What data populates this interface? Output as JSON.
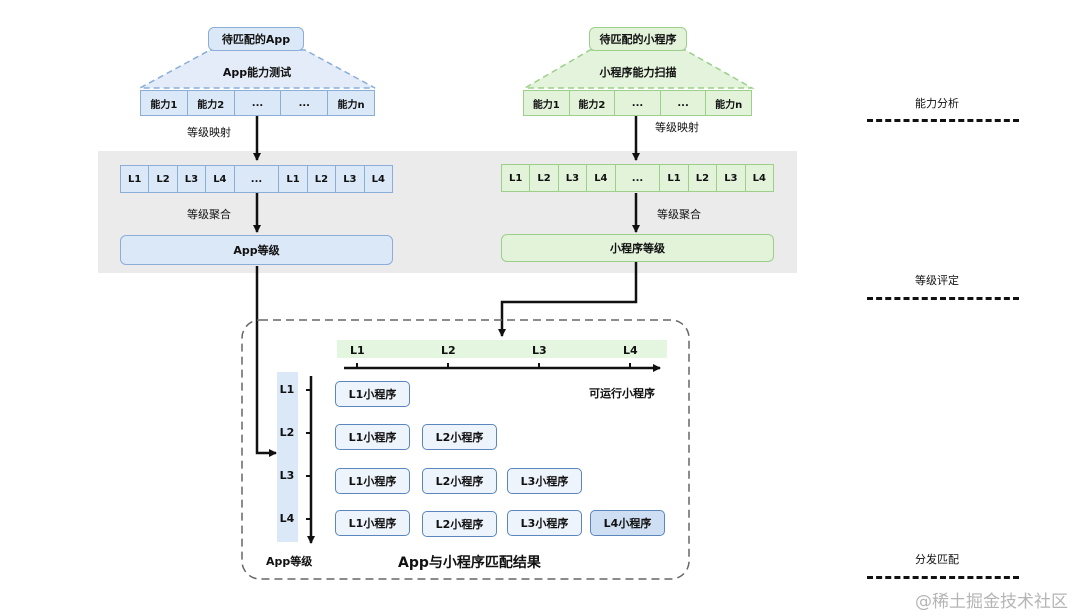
{
  "app": {
    "title": "待匹配的App",
    "test_label": "App能力测试",
    "abilities": [
      "能力1",
      "能力2",
      "...",
      "...",
      "能力n"
    ],
    "mapping_label": "等级映射",
    "levels": [
      "L1",
      "L2",
      "L3",
      "L4",
      "...",
      "L1",
      "L2",
      "L3",
      "L4"
    ],
    "aggregate_label": "等级聚合",
    "grade_label": "App等级"
  },
  "mini": {
    "title": "待匹配的小程序",
    "scan_label": "小程序能力扫描",
    "abilities": [
      "能力1",
      "能力2",
      "...",
      "...",
      "能力n"
    ],
    "mapping_label": "等级映射",
    "levels": [
      "L1",
      "L2",
      "L3",
      "L4",
      "...",
      "L1",
      "L2",
      "L3",
      "L4"
    ],
    "aggregate_label": "等级聚合",
    "grade_label": "小程序等级"
  },
  "result": {
    "x_levels": [
      "L1",
      "L2",
      "L3",
      "L4"
    ],
    "x_axis_label": "可运行小程序",
    "y_levels": [
      "L1",
      "L2",
      "L3",
      "L4"
    ],
    "y_axis_label": "App等级",
    "rows": [
      [
        "L1小程序"
      ],
      [
        "L1小程序",
        "L2小程序"
      ],
      [
        "L1小程序",
        "L2小程序",
        "L3小程序"
      ],
      [
        "L1小程序",
        "L2小程序",
        "L3小程序",
        "L4小程序"
      ]
    ],
    "title": "App与小程序匹配结果"
  },
  "stages": [
    "能力分析",
    "等级评定",
    "分发匹配"
  ],
  "watermark": "@稀土掘金技术社区"
}
